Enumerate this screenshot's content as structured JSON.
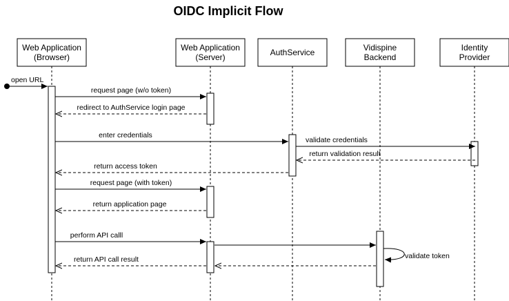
{
  "title": "OIDC Implicit Flow",
  "participants": [
    {
      "id": "browser",
      "lines": [
        "Web Application",
        "(Browser)"
      ]
    },
    {
      "id": "server",
      "lines": [
        "Web Application",
        "(Server)"
      ]
    },
    {
      "id": "auth",
      "lines": [
        "AuthService"
      ]
    },
    {
      "id": "backend",
      "lines": [
        "Vidispine",
        "Backend"
      ]
    },
    {
      "id": "idp",
      "lines": [
        "Identity",
        "Provider"
      ]
    }
  ],
  "initial_message": {
    "label": "open URL",
    "to": "browser"
  },
  "messages": [
    {
      "label": "request page (w/o token)",
      "from": "browser",
      "to": "server",
      "style": "solid"
    },
    {
      "label": "redirect to AuthService login page",
      "from": "server",
      "to": "browser",
      "style": "dashed"
    },
    {
      "label": "enter credentials",
      "from": "browser",
      "to": "auth",
      "style": "solid"
    },
    {
      "label": "validate credentials",
      "from": "auth",
      "to": "idp",
      "style": "solid"
    },
    {
      "label": "return validation result",
      "from": "idp",
      "to": "auth",
      "style": "dashed"
    },
    {
      "label": "return access token",
      "from": "auth",
      "to": "browser",
      "style": "dashed"
    },
    {
      "label": "request page (with token)",
      "from": "browser",
      "to": "server",
      "style": "solid"
    },
    {
      "label": "return application page",
      "from": "server",
      "to": "browser",
      "style": "dashed"
    },
    {
      "label": "perform API calll",
      "from": "browser",
      "to": "server",
      "style": "solid"
    },
    {
      "label": "",
      "from": "server",
      "to": "backend",
      "style": "solid"
    },
    {
      "label": "validate token",
      "from": "backend",
      "to": "backend",
      "style": "self"
    },
    {
      "label": "",
      "from": "backend",
      "to": "server",
      "style": "dashed"
    },
    {
      "label": "return API call result",
      "from": "server",
      "to": "browser",
      "style": "dashed"
    }
  ],
  "colors": {
    "stroke": "#000000",
    "background": "#ffffff"
  }
}
